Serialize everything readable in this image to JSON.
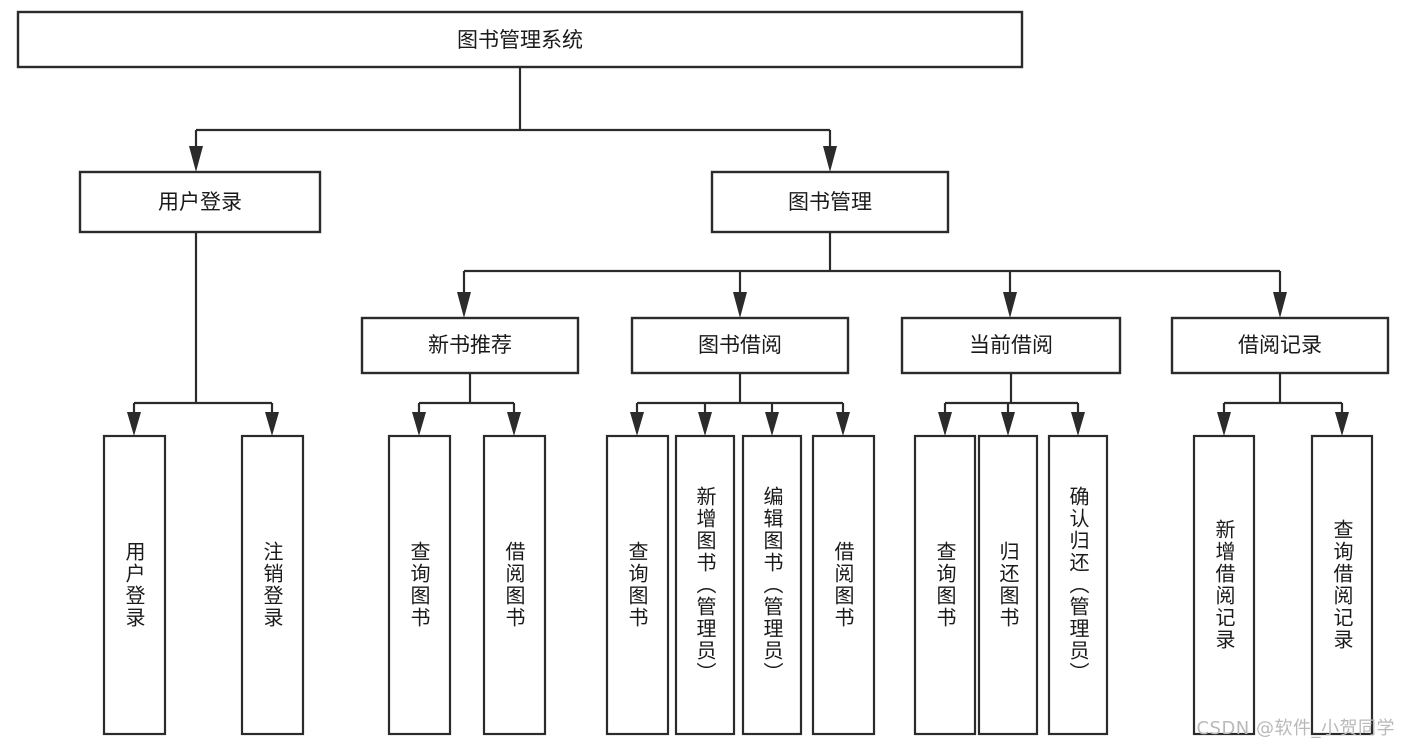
{
  "diagram": {
    "title": "图书管理系统",
    "type": "tree",
    "root": {
      "id": "root",
      "label": "图书管理系统",
      "orientation": "horizontal"
    },
    "level2": [
      {
        "id": "user-login",
        "label": "用户登录",
        "orientation": "horizontal"
      },
      {
        "id": "book-manage",
        "label": "图书管理",
        "orientation": "horizontal"
      }
    ],
    "level3": [
      {
        "id": "new-book-recommend",
        "label": "新书推荐",
        "orientation": "horizontal",
        "parent": "book-manage"
      },
      {
        "id": "book-borrow",
        "label": "图书借阅",
        "orientation": "horizontal",
        "parent": "book-manage"
      },
      {
        "id": "current-borrow",
        "label": "当前借阅",
        "orientation": "horizontal",
        "parent": "book-manage"
      },
      {
        "id": "borrow-record",
        "label": "借阅记录",
        "orientation": "horizontal",
        "parent": "book-manage"
      }
    ],
    "leaves": [
      {
        "id": "leaf-user-login",
        "label": "用户登录",
        "parent": "user-login",
        "orientation": "vertical"
      },
      {
        "id": "leaf-user-logout",
        "label": "注销登录",
        "parent": "user-login",
        "orientation": "vertical"
      },
      {
        "id": "leaf-query-book-1",
        "label": "查询图书",
        "parent": "new-book-recommend",
        "orientation": "vertical"
      },
      {
        "id": "leaf-borrow-book-1",
        "label": "借阅图书",
        "parent": "new-book-recommend",
        "orientation": "vertical"
      },
      {
        "id": "leaf-query-book-2",
        "label": "查询图书",
        "parent": "book-borrow",
        "orientation": "vertical"
      },
      {
        "id": "leaf-add-book",
        "label": "新增图书（管理员）",
        "parent": "book-borrow",
        "orientation": "vertical"
      },
      {
        "id": "leaf-edit-book",
        "label": "编辑图书（管理员）",
        "parent": "book-borrow",
        "orientation": "vertical"
      },
      {
        "id": "leaf-borrow-book-2",
        "label": "借阅图书",
        "parent": "book-borrow",
        "orientation": "vertical"
      },
      {
        "id": "leaf-query-book-3",
        "label": "查询图书",
        "parent": "current-borrow",
        "orientation": "vertical"
      },
      {
        "id": "leaf-return-book",
        "label": "归还图书",
        "parent": "current-borrow",
        "orientation": "vertical"
      },
      {
        "id": "leaf-confirm-return",
        "label": "确认归还（管理员）",
        "parent": "current-borrow",
        "orientation": "vertical"
      },
      {
        "id": "leaf-add-record",
        "label": "新增借阅记录",
        "parent": "borrow-record",
        "orientation": "vertical"
      },
      {
        "id": "leaf-query-record",
        "label": "查询借阅记录",
        "parent": "borrow-record",
        "orientation": "vertical"
      }
    ]
  },
  "watermark": {
    "text": "CSDN @软件_小贺同学"
  },
  "colors": {
    "stroke": "#2b2b2b",
    "box_fill": "#ffffff",
    "text": "#1a1a1a",
    "background": "#ffffff",
    "watermark": "#b9b9b9"
  }
}
